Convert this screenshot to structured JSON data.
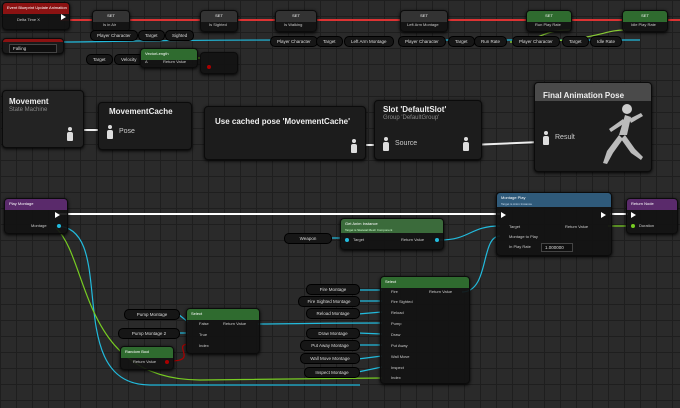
{
  "event": {
    "title": "Event Blueprint Update Animation",
    "pin": "Delta Time X"
  },
  "dropdown": {
    "value": "Falling"
  },
  "set_nodes": [
    {
      "title": "SET",
      "pin": "Is in Air"
    },
    {
      "title": "SET",
      "pin": "Is Sighted"
    },
    {
      "title": "SET",
      "pin": "Is Walking"
    },
    {
      "title": "SET",
      "pin": "Left Arm Montage"
    },
    {
      "title": "SET",
      "pin": "Run Play Rate"
    },
    {
      "title": "SET",
      "pin": "Idle Play Rate"
    }
  ],
  "top_vars": {
    "player_char_1": "Player Character",
    "target_1": "Target",
    "sighted": "Sighted",
    "player_char_2": "Player Character",
    "target_2": "Target",
    "left_arm": "Left Arm Montage",
    "player_char_3": "Player Character",
    "target_3": "Target",
    "run_rate": "Run Rate",
    "player_char_4": "Player Character",
    "target_4": "Target",
    "idle_rate": "Idle Rate",
    "target_5": "Target",
    "velocity": "Velocity"
  },
  "vector_length": {
    "title": "VectorLength",
    "in": "A",
    "out": "Return Value"
  },
  "anim": {
    "movement_title": "Movement",
    "movement_sub": "State Machine",
    "cache_title": "MovementCache",
    "cache_pin": "Pose",
    "use_cached": "Use cached pose 'MovementCache'",
    "slot_title": "Slot 'DefaultSlot'",
    "slot_sub": "Group 'DefaultGroup'",
    "slot_pin": "Source",
    "final_title": "Final Animation Pose",
    "final_pin": "Result"
  },
  "play_montage": {
    "title": "Play Montage",
    "pin": "Montage"
  },
  "get_anim": {
    "title": "Get Anim Instance",
    "sub": "Target is Skeletal Mesh Component",
    "target": "Target",
    "out": "Return Value"
  },
  "weapon": "Weapon",
  "montage_play": {
    "title": "Montage Play",
    "sub": "Target is Anim Instance",
    "target": "Target",
    "montage": "Montage to Play",
    "rate": "In Play Rate",
    "rate_value": "1.000000",
    "out": "Return Value"
  },
  "return_node": {
    "title": "Return Node",
    "pin": "Duration"
  },
  "select_main": {
    "title": "Select",
    "out": "Return Value",
    "options": [
      "Fire",
      "Fire Sighted",
      "Reload",
      "Pump",
      "Draw",
      "Put Away",
      "Wall Move",
      "Inspect",
      "Index"
    ]
  },
  "montage_vars": [
    "Fire Montage",
    "Fire Sighted Montage",
    "Reload Montage",
    "Draw Montage",
    "Put Away Montage",
    "Wall Move Montage",
    "Inspect Montage"
  ],
  "select_small": {
    "title": "Select",
    "false": "False",
    "true": "True",
    "index": "Index",
    "out": "Return Value"
  },
  "pump_vars": [
    "Pump Montage",
    "Pump Montage 2"
  ],
  "random_bool": {
    "title": "Random Bool",
    "out": "Return Value"
  }
}
